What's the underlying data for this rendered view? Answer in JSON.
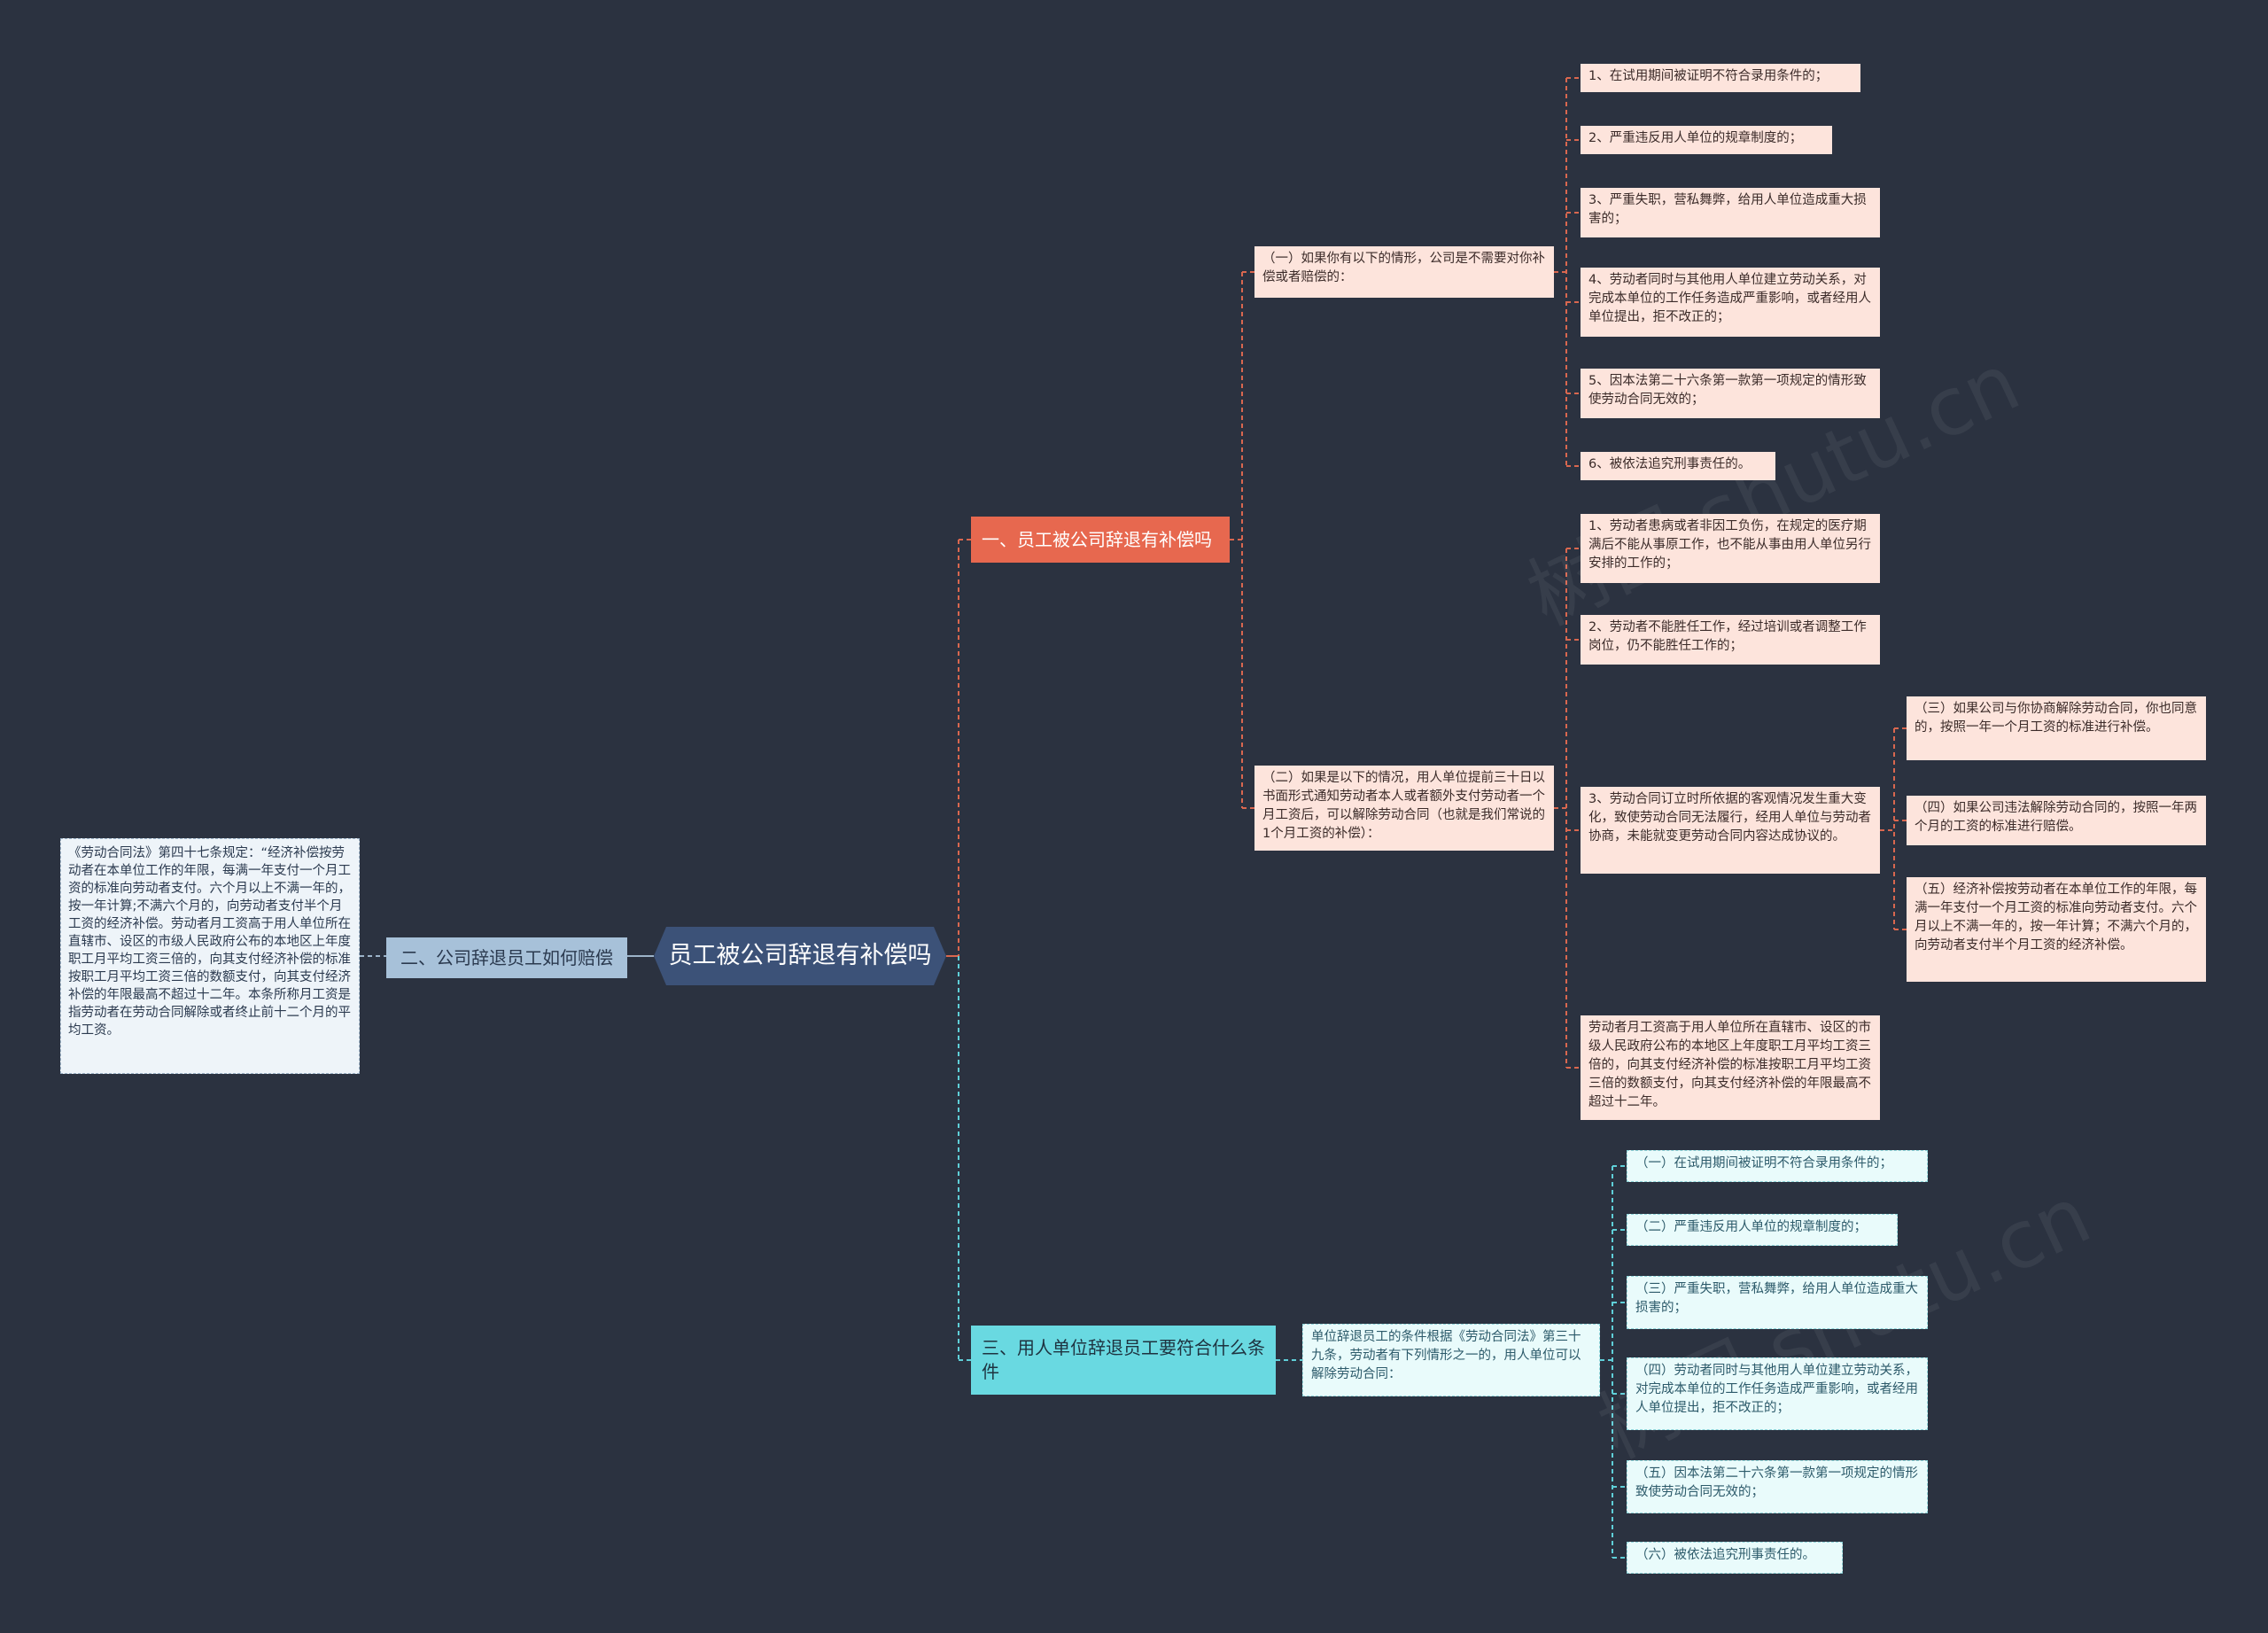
{
  "root": {
    "label": "员工被公司辞退有补偿吗"
  },
  "branch1": {
    "label": "一、员工被公司辞退有补偿吗",
    "sub1": {
      "label": "（一）如果你有以下的情形，公司是不需要对你补偿或者赔偿的：",
      "items": [
        "1、在试用期间被证明不符合录用条件的；",
        "2、严重违反用人单位的规章制度的；",
        "3、严重失职，营私舞弊，给用人单位造成重大损害的；",
        "4、劳动者同时与其他用人单位建立劳动关系，对完成本单位的工作任务造成严重影响，或者经用人单位提出，拒不改正的；",
        "5、因本法第二十六条第一款第一项规定的情形致使劳动合同无效的；",
        "6、被依法追究刑事责任的。"
      ]
    },
    "sub2": {
      "label": "（二）如果是以下的情况，用人单位提前三十日以书面形式通知劳动者本人或者额外支付劳动者一个月工资后，可以解除劳动合同（也就是我们常说的1个月工资的补偿）：",
      "items": [
        "1、劳动者患病或者非因工负伤，在规定的医疗期满后不能从事原工作，也不能从事由用人单位另行安排的工作的；",
        "2、劳动者不能胜任工作，经过培训或者调整工作岗位，仍不能胜任工作的；",
        "3、劳动合同订立时所依据的客观情况发生重大变化，致使劳动合同无法履行，经用人单位与劳动者协商，未能就变更劳动合同内容达成协议的。",
        "劳动者月工资高于用人单位所在直辖市、设区的市级人民政府公布的本地区上年度职工月平均工资三倍的，向其支付经济补偿的标准按职工月平均工资三倍的数额支付，向其支付经济补偿的年限最高不超过十二年。"
      ],
      "item3_children": [
        "（三）如果公司与你协商解除劳动合同，你也同意的，按照一年一个月工资的标准进行补偿。",
        "（四）如果公司违法解除劳动合同的，按照一年两个月的工资的标准进行赔偿。",
        "（五）经济补偿按劳动者在本单位工作的年限，每满一年支付一个月工资的标准向劳动者支付。六个月以上不满一年的，按一年计算；不满六个月的，向劳动者支付半个月工资的经济补偿。"
      ]
    }
  },
  "branch2": {
    "label": "二、公司辞退员工如何赔偿",
    "detail": "《劳动合同法》第四十七条规定：“经济补偿按劳动者在本单位工作的年限，每满一年支付一个月工资的标准向劳动者支付。六个月以上不满一年的，按一年计算;不满六个月的，向劳动者支付半个月工资的经济补偿。劳动者月工资高于用人单位所在直辖市、设区的市级人民政府公布的本地区上年度职工月平均工资三倍的，向其支付经济补偿的标准按职工月平均工资三倍的数额支付，向其支付经济补偿的年限最高不超过十二年。本条所称月工资是指劳动者在劳动合同解除或者终止前十二个月的平均工资。"
  },
  "branch3": {
    "label": "三、用人单位辞退员工要符合什么条件",
    "sub": {
      "label": "单位辞退员工的条件根据《劳动合同法》第三十九条，劳动者有下列情形之一的，用人单位可以解除劳动合同：",
      "items": [
        "（一）在试用期间被证明不符合录用条件的；",
        "（二）严重违反用人单位的规章制度的；",
        "（三）严重失职，营私舞弊，给用人单位造成重大损害的；",
        "（四）劳动者同时与其他用人单位建立劳动关系，对完成本单位的工作任务造成严重影响，或者经用人单位提出，拒不改正的；",
        "（五）因本法第二十六条第一款第一项规定的情形致使劳动合同无效的；",
        "（六）被依法追究刑事责任的。"
      ]
    }
  },
  "colors": {
    "background": "#2b3240",
    "root": "#3c5278",
    "branch1": "#e7684f",
    "branch2": "#a7c1d9",
    "branch3": "#69d9e1",
    "leaf_pink": "#fde4dc",
    "leaf_cyan": "#e9fbfb"
  }
}
